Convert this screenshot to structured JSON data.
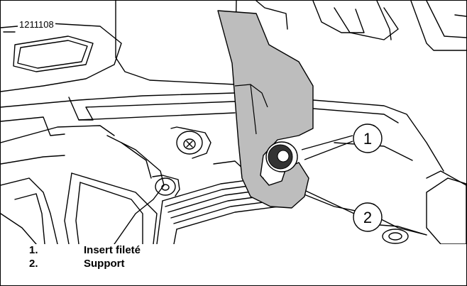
{
  "figure_id": "1211108",
  "callouts": [
    {
      "number": "1",
      "label": "Insert fileté"
    },
    {
      "number": "2",
      "label": "Support"
    }
  ],
  "legend": [
    {
      "number": "1.",
      "label": "Insert fileté"
    },
    {
      "number": "2.",
      "label": "Support"
    }
  ],
  "colors": {
    "bracket": "#bdbdbd",
    "line": "#000000",
    "background": "#ffffff"
  }
}
